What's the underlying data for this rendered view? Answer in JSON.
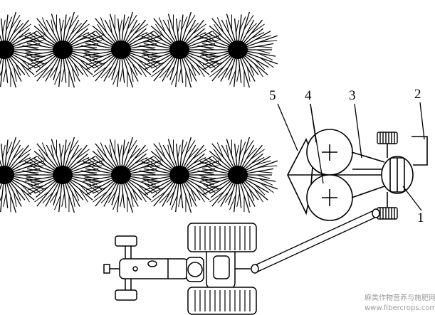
{
  "diagram": {
    "callouts": [
      {
        "id": "callout-1",
        "text": "1"
      },
      {
        "id": "callout-2",
        "text": "2"
      },
      {
        "id": "callout-3",
        "text": "3"
      },
      {
        "id": "callout-4",
        "text": "4"
      },
      {
        "id": "callout-5",
        "text": "5"
      }
    ],
    "watermark": {
      "line1": "麻类作物营养与施肥网",
      "line2": "www.fibercrops.com"
    },
    "colors": {
      "line": "#000000",
      "background": "#ffffff",
      "watermark": "#9a9a9a"
    }
  }
}
